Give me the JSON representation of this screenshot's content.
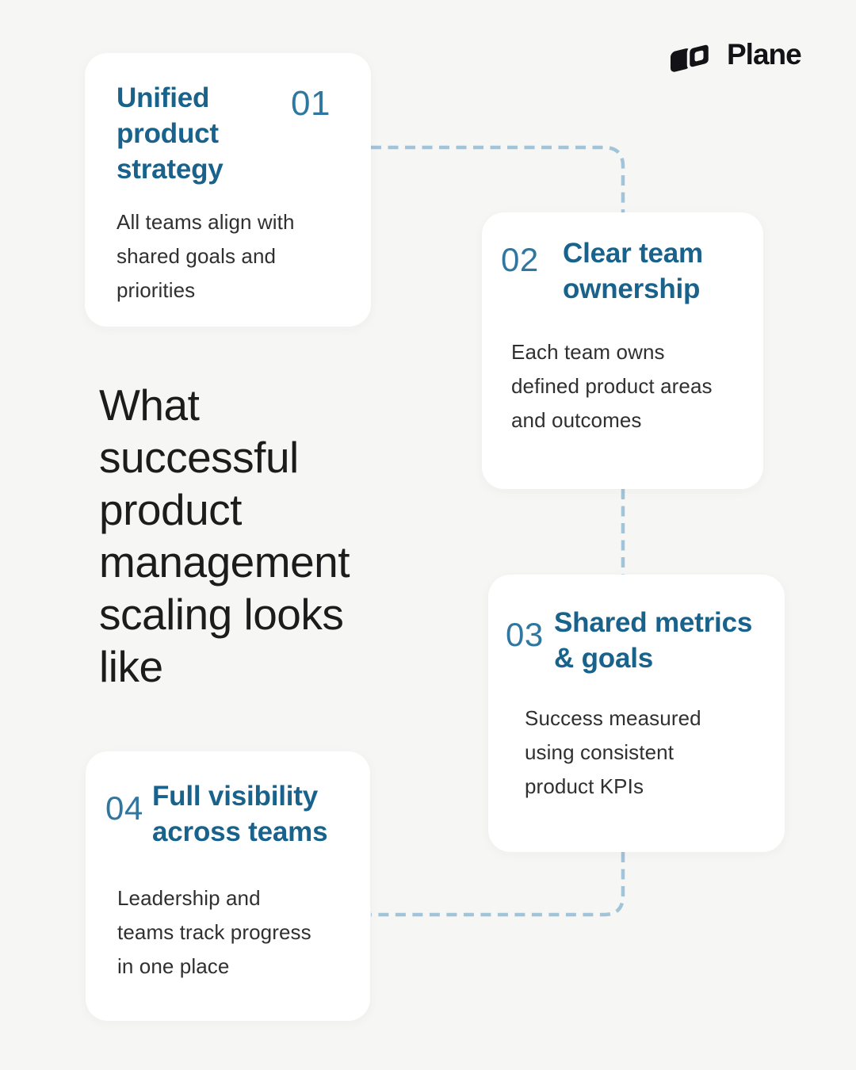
{
  "logo": {
    "text": "Plane",
    "color": "#121217"
  },
  "headline": {
    "text": "What\nsuccessful\nproduct\nmanagement\nscaling looks\nlike"
  },
  "cards": [
    {
      "number": "01",
      "title": "Unified\nproduct\nstrategy",
      "body": "All teams align with\nshared goals and\npriorities"
    },
    {
      "number": "02",
      "title": "Clear team\nownership",
      "body": "Each team owns\ndefined product areas\nand outcomes"
    },
    {
      "number": "03",
      "title": "Shared metrics\n& goals",
      "body": "Success measured\nusing consistent\nproduct KPIs"
    },
    {
      "number": "04",
      "title": "Full visibility\nacross teams",
      "body": "Leadership and\nteams track progress\nin one place"
    }
  ],
  "colors": {
    "background": "#f6f6f4",
    "card_background": "#ffffff",
    "title_blue": "#19628c",
    "number_blue": "#2f77a0",
    "body_text": "#303030",
    "headline_text": "#1c1c1c",
    "connector": "#a2c4d8"
  }
}
